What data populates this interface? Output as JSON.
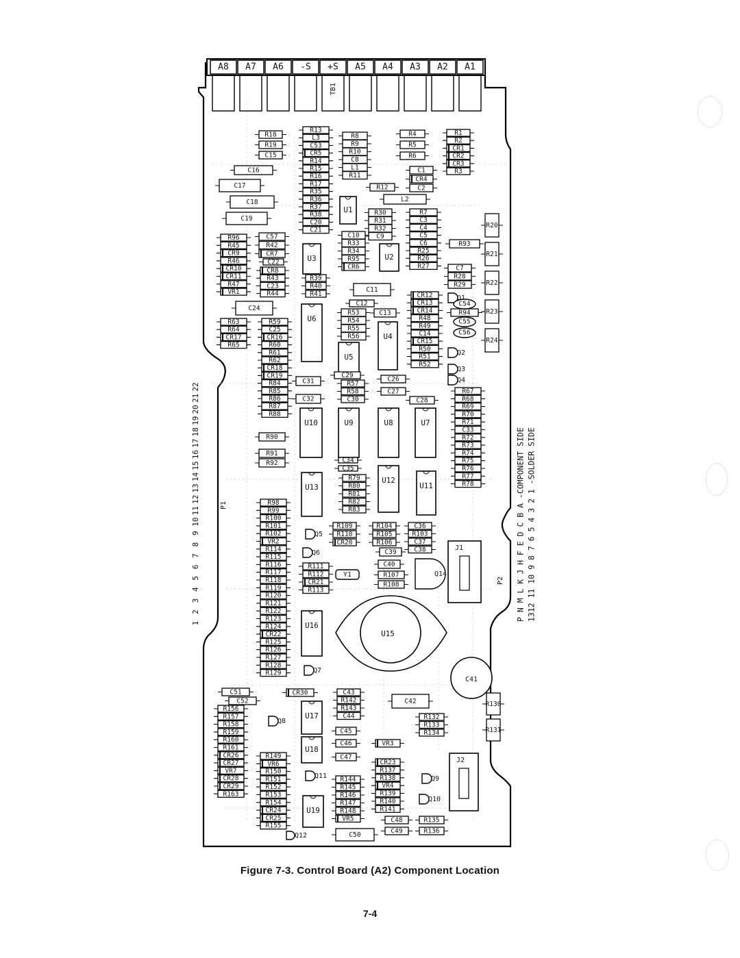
{
  "figure": {
    "caption": "Figure 7-3. Control Board (A2) Component Location",
    "page_number": "7-4"
  },
  "terminal_block": {
    "label": "TB1",
    "terminals": [
      "A8",
      "A7",
      "A6",
      "-S",
      "+S",
      "A5",
      "A4",
      "A3",
      "A2",
      "A1"
    ]
  },
  "connector_p1": {
    "label": "P1",
    "pins": [
      "22",
      "21",
      "20",
      "19",
      "18",
      "17",
      "16",
      "15",
      "14",
      "13",
      "12",
      "11",
      "10",
      "9",
      "8",
      "7",
      "6",
      "5",
      "4",
      "3",
      "2",
      "1"
    ]
  },
  "edge_connector_p2": {
    "label": "P2",
    "component_side_letters": "P N M L K J H F E D C B A",
    "component_side_label": "-COMPONENT SIDE",
    "solder_side_numbers": "1312 11 10 9 8 7 6 5 4 3 2 1",
    "solder_side_label": "-SOLDER SIDE"
  },
  "jacks": [
    "J1",
    "J2"
  ],
  "resistors": [
    "R18",
    "R19",
    "R13",
    "R8",
    "R9",
    "R10",
    "R4",
    "R5",
    "R6",
    "R1",
    "R2",
    "R3",
    "R14",
    "R15",
    "R16",
    "R17",
    "R11",
    "R12",
    "R35",
    "R36",
    "R37",
    "R38",
    "R30",
    "R31",
    "R32",
    "R7",
    "R96",
    "R45",
    "R46",
    "R47",
    "R42",
    "R43",
    "R44",
    "R33",
    "R34",
    "R95",
    "R25",
    "R26",
    "R27",
    "R93",
    "R39",
    "R40",
    "R41",
    "R28",
    "R29",
    "R63",
    "R64",
    "R65",
    "R59",
    "R60",
    "R61",
    "R62",
    "R53",
    "R54",
    "R55",
    "R56",
    "R48",
    "R49",
    "R50",
    "R51",
    "R52",
    "R94",
    "R84",
    "R85",
    "R86",
    "R87",
    "R88",
    "R57",
    "R58",
    "R67",
    "R68",
    "R69",
    "R70",
    "R71",
    "R72",
    "R73",
    "R74",
    "R75",
    "R76",
    "R77",
    "R78",
    "R90",
    "R91",
    "R92",
    "R79",
    "R80",
    "R81",
    "R82",
    "R83",
    "R98",
    "R99",
    "R100",
    "R101",
    "R102",
    "R114",
    "R115",
    "R116",
    "R117",
    "R118",
    "R119",
    "R120",
    "R121",
    "R122",
    "R123",
    "R124",
    "R125",
    "R126",
    "R127",
    "R128",
    "R129",
    "R109",
    "R110",
    "R104",
    "R105",
    "R106",
    "R103",
    "R111",
    "R112",
    "R113",
    "R107",
    "R108",
    "R142",
    "R143",
    "R132",
    "R133",
    "R134",
    "R156",
    "R157",
    "R158",
    "R159",
    "R160",
    "R161",
    "R163",
    "R149",
    "R150",
    "R151",
    "R152",
    "R153",
    "R154",
    "R155",
    "R144",
    "R145",
    "R146",
    "R147",
    "R148",
    "R137",
    "R138",
    "R139",
    "R140",
    "R141",
    "R135",
    "R136",
    "R20",
    "R21",
    "R22",
    "R23",
    "R24",
    "R130",
    "R131"
  ],
  "capacitors": [
    "C15",
    "C16",
    "C17",
    "C18",
    "C19",
    "C53",
    "C8",
    "C1",
    "C2",
    "C3",
    "C4",
    "C5",
    "C6",
    "C7",
    "C20",
    "C21",
    "C10",
    "C9",
    "C57",
    "C22",
    "C23",
    "C24",
    "C25",
    "C11",
    "C12",
    "C13",
    "C14",
    "C54",
    "C55",
    "C56",
    "C29",
    "C26",
    "C27",
    "C28",
    "C30",
    "C31",
    "C32",
    "C33",
    "C34",
    "C35",
    "C36",
    "C37",
    "C38",
    "C39",
    "C40",
    "C41",
    "C42",
    "C43",
    "C44",
    "C45",
    "C46",
    "C47",
    "C48",
    "C49",
    "C50",
    "C51",
    "C52"
  ],
  "diodes": [
    "CR5",
    "CR1",
    "CR2",
    "CR3",
    "CR4",
    "CR9",
    "CR10",
    "CR11",
    "CR7",
    "CR8",
    "CR6",
    "CR12",
    "CR13",
    "CR14",
    "CR15",
    "CR16",
    "CR17",
    "CR18",
    "CR19",
    "CR20",
    "CR21",
    "CR22",
    "CR23",
    "CR24",
    "CR25",
    "CR26",
    "CR27",
    "CR28",
    "CR29",
    "CR30"
  ],
  "zeners": [
    "VR1",
    "VR2",
    "VR3",
    "VR4",
    "VR5",
    "VR6",
    "VR7"
  ],
  "inductors": [
    "L3",
    "L1",
    "L2"
  ],
  "transistors": [
    "Q1",
    "Q2",
    "Q3",
    "Q4",
    "Q5",
    "Q6",
    "Q7",
    "Q8",
    "Q9",
    "Q10",
    "Q11",
    "Q12",
    "Q14"
  ],
  "ics": [
    "U1",
    "U2",
    "U3",
    "U4",
    "U5",
    "U6",
    "U7",
    "U8",
    "U9",
    "U10",
    "U11",
    "U12",
    "U13",
    "U15",
    "U16",
    "U17",
    "U18",
    "U19"
  ],
  "crystal": "Y1"
}
